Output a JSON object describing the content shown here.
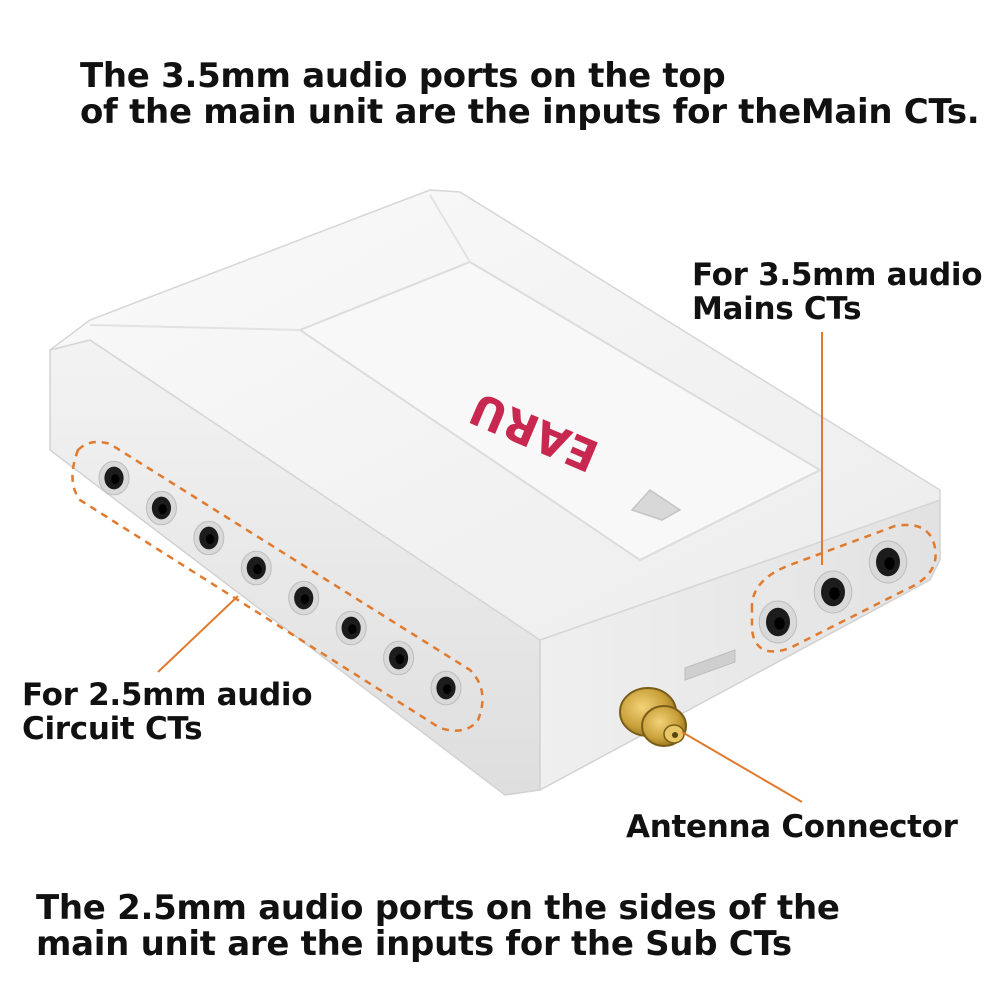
{
  "captions": {
    "top": {
      "line1": "The 3.5mm audio ports on the top",
      "line2": "of the main unit are the inputs for theMain CTs."
    },
    "bottom": {
      "line1": "The 2.5mm audio ports on the sides of the",
      "line2": "main unit are the inputs for the Sub CTs"
    }
  },
  "callouts": {
    "mains": {
      "line1": "For 3.5mm audio",
      "line2": "Mains CTs"
    },
    "circuit": {
      "line1": "For 2.5mm audio",
      "line2": "Circuit CTs"
    },
    "antenna": {
      "label": "Antenna Connector"
    }
  },
  "device": {
    "brand": "EARU",
    "circuit_port_count": 8,
    "mains_port_count": 3
  },
  "colors": {
    "accent": "#e07a2e",
    "brand": "#c8284f",
    "body": "#f4f4f4",
    "text": "#111111",
    "connector": "#c9a13a"
  }
}
